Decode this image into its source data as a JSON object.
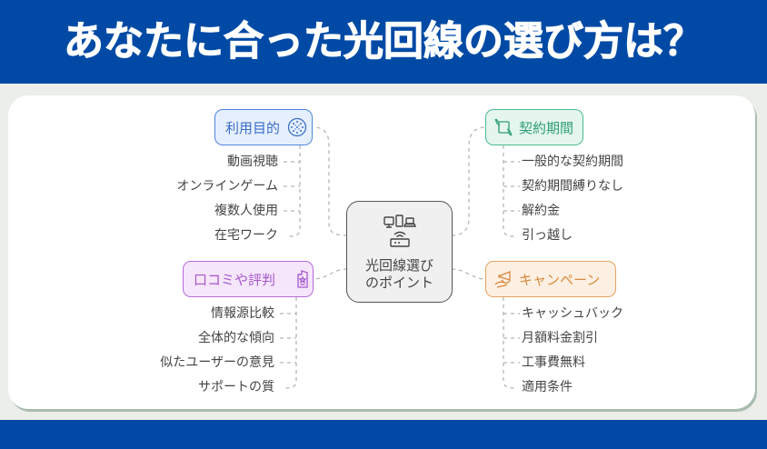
{
  "header": {
    "title": "あなたに合った光回線の選び方は？"
  },
  "diagram": {
    "center": {
      "line1": "光回線選び",
      "line2": "のポイント",
      "icon": "devices-router-icon"
    },
    "categories": [
      {
        "id": "purpose",
        "label": "利用目的",
        "icon": "dotted-circle-icon",
        "color": "#4f86db",
        "items": [
          "動画視聴",
          "オンラインゲーム",
          "複数人使用",
          "在宅ワーク"
        ]
      },
      {
        "id": "contract",
        "label": "契約期間",
        "icon": "handshake-document-icon",
        "color": "#4cbc8f",
        "items": [
          "一般的な契約期間",
          "契約期間縛りなし",
          "解約金",
          "引っ越し"
        ]
      },
      {
        "id": "review",
        "label": "口コミや評判",
        "icon": "star-badge-icon",
        "color": "#b66bd8",
        "items": [
          "情報源比較",
          "全体的な傾向",
          "似たユーザーの意見",
          "サポートの質"
        ]
      },
      {
        "id": "campaign",
        "label": "キャンペーン",
        "icon": "megaphone-hand-icon",
        "color": "#e6a060",
        "items": [
          "キャッシュバック",
          "月額料金割引",
          "工事費無料",
          "適用条件"
        ]
      }
    ]
  }
}
